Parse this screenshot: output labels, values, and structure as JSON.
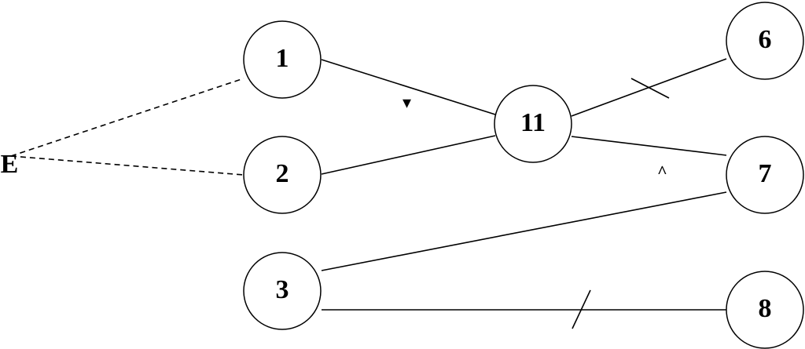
{
  "diagram": {
    "nodes": [
      {
        "id": "1",
        "label": "1"
      },
      {
        "id": "2",
        "label": "2"
      },
      {
        "id": "3",
        "label": "3"
      },
      {
        "id": "11",
        "label": "11"
      },
      {
        "id": "6",
        "label": "6"
      },
      {
        "id": "7",
        "label": "7"
      },
      {
        "id": "8",
        "label": "8"
      }
    ],
    "free_labels": [
      {
        "id": "E",
        "label": "E"
      }
    ],
    "edges": [
      {
        "from": "E",
        "to": "1",
        "style": "dashed"
      },
      {
        "from": "E",
        "to": "2",
        "style": "dashed"
      },
      {
        "from": "1",
        "to": "11",
        "style": "solid",
        "marker": "▾"
      },
      {
        "from": "2",
        "to": "11",
        "style": "solid"
      },
      {
        "from": "11",
        "to": "6",
        "style": "solid",
        "marker": "tick"
      },
      {
        "from": "11",
        "to": "7",
        "style": "solid",
        "marker": "^"
      },
      {
        "from": "3",
        "to": "7",
        "style": "solid"
      },
      {
        "from": "3",
        "to": "8",
        "style": "solid",
        "marker": "tick"
      }
    ],
    "colors": {
      "stroke": "#000000",
      "background": "#ffffff"
    }
  }
}
